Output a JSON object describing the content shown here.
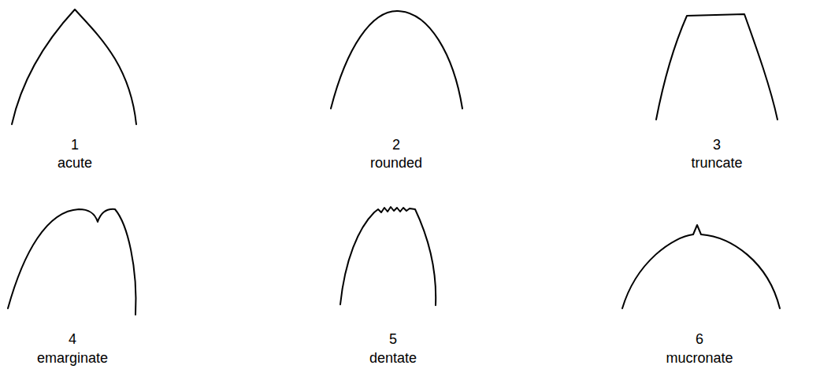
{
  "diagram": {
    "labels": [
      "1",
      "acute",
      "2",
      "rounded",
      "3",
      "truncate",
      "4",
      "emarginate",
      "5",
      "dentate",
      "6",
      "mucronate"
    ]
  }
}
